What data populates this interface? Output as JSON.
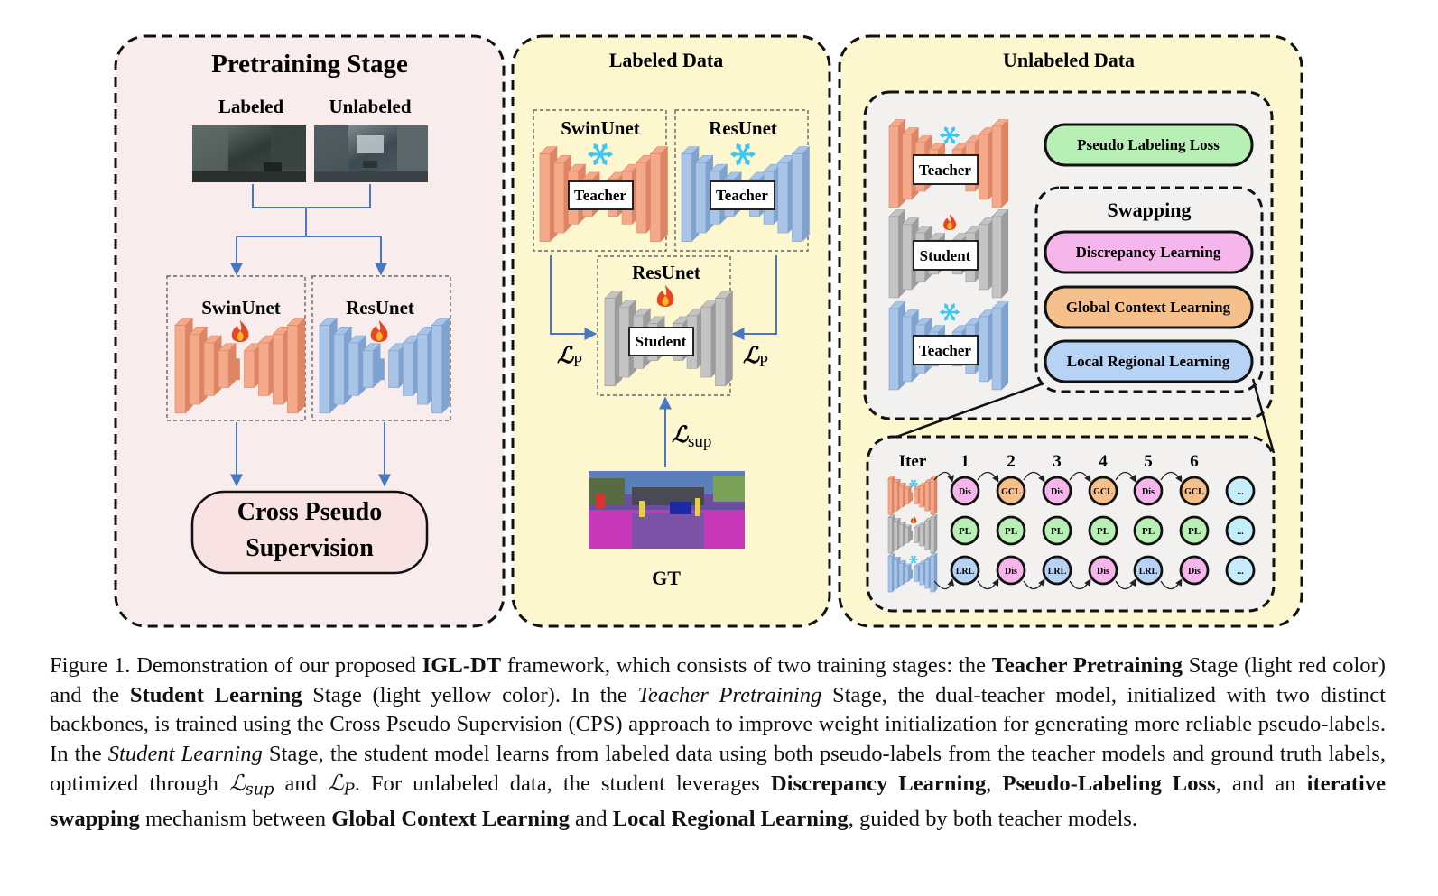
{
  "panels": {
    "pretraining": {
      "title": "Pretraining Stage",
      "labeled": "Labeled",
      "unlabeled": "Unlabeled",
      "swin": "SwinUnet",
      "res": "ResUnet",
      "fire_icon": "fire-icon",
      "cps_line1": "Cross Pseudo",
      "cps_line2": "Supervision"
    },
    "labeled": {
      "title": "Labeled Data",
      "swin": "SwinUnet",
      "res": "ResUnet",
      "teacher": "Teacher",
      "student_net": "ResUnet",
      "student": "Student",
      "loss_p": "ℒ",
      "loss_p_sub": "P",
      "loss_sup": "ℒ",
      "loss_sup_sub": "sup",
      "gt": "GT",
      "snow_icon": "snowflake-icon"
    },
    "unlabeled": {
      "title": "Unlabeled Data",
      "teacher": "Teacher",
      "student": "Student",
      "pseudo_loss": "Pseudo Labeling Loss",
      "swapping": "Swapping",
      "discrepancy": "Discrepancy Learning",
      "global": "Global Context Learning",
      "local": "Local Regional Learning",
      "iter_label": "Iter",
      "iters": [
        "1",
        "2",
        "3",
        "4",
        "5",
        "6"
      ],
      "row1": [
        "Dis",
        "GCL",
        "Dis",
        "GCL",
        "Dis",
        "GCL",
        "..."
      ],
      "row2": [
        "PL",
        "PL",
        "PL",
        "PL",
        "PL",
        "PL",
        "..."
      ],
      "row3": [
        "LRL",
        "Dis",
        "LRL",
        "Dis",
        "LRL",
        "Dis",
        "..."
      ]
    }
  },
  "colors": {
    "pretrain_bg": "#f8ecec",
    "student_bg": "#fdf7cf",
    "orange": "#f4a98a",
    "blue": "#a8c4e6",
    "gray": "#c4c4c4",
    "pink": "#f6b6ec",
    "gold": "#f6c08c",
    "green": "#b8efb4",
    "light_blue": "#b6d2f4",
    "cyan": "#c6eefa",
    "arrow": "#4a78c0"
  },
  "caption": {
    "p1": "Figure 1.  Demonstration of our proposed ",
    "b1": "IGL-DT",
    "p2": " framework, which consists of two training stages:  the ",
    "b2": "Teacher Pretraining",
    "p3": " Stage (light red color) and the ",
    "b3": "Student Learning",
    "p4": " Stage (light yellow color). In the ",
    "i1": "Teacher Pretraining",
    "p5": " Stage, the dual-teacher model, initialized with two distinct backbones, is trained using the Cross Pseudo Supervision (CPS) approach to improve weight initialization for generating more reliable pseudo-labels. In the ",
    "i2": "Student Learning",
    "p6": " Stage, the student model learns from labeled data using both pseudo-labels from the teacher models and ground truth labels, optimized through ",
    "m1": "ℒ",
    "m1sub": "sup",
    "p7": " and ",
    "m2": "ℒ",
    "m2sub": "P",
    "p8": ". For unlabeled data, the student leverages ",
    "b4": "Discrepancy Learning",
    "p9": ", ",
    "b5": "Pseudo-Labeling Loss",
    "p10": ", and an ",
    "b6": "iterative swapping",
    "p11": " mechanism between ",
    "b7": "Global Context Learning",
    "p12": " and ",
    "b8": "Local Regional Learning",
    "p13": ", guided by both teacher models."
  }
}
